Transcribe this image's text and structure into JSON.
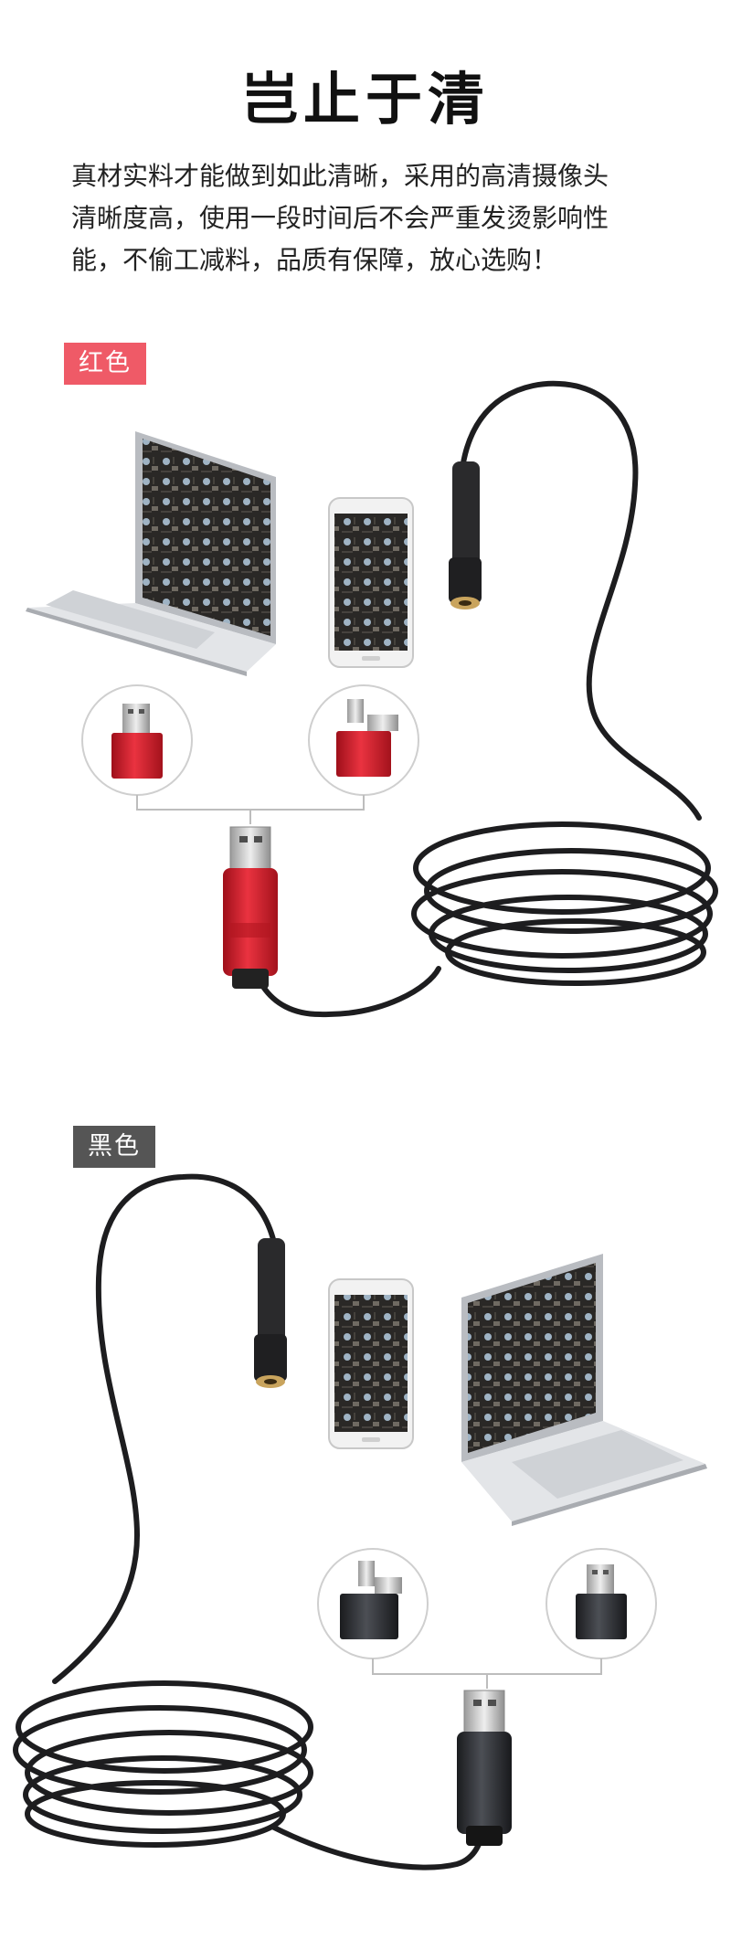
{
  "header": {
    "title": "岂止于清"
  },
  "intro": {
    "line1": "真材实料才能做到如此清晰，采用的高清摄像头",
    "line2": "清晰度高，使用一段时间后不会严重发烫影响性",
    "line3": "能，不偷工减料，品质有保障，放心选购！"
  },
  "variants": {
    "red": {
      "label": "红色",
      "body_color": "#d61f2c"
    },
    "black": {
      "label": "黑色",
      "body_color": "#2d2f33"
    }
  },
  "colors": {
    "red_tag": "#ef5a67",
    "black_tag": "#555555",
    "cable": "#1d1d1f"
  }
}
